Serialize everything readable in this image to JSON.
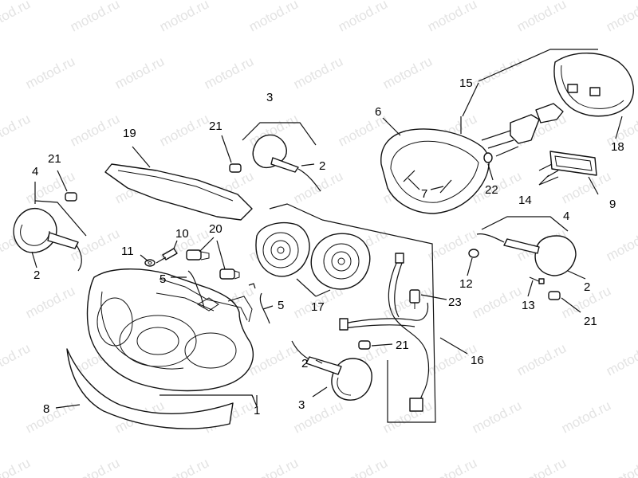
{
  "watermark": {
    "text": "motod.ru",
    "color": "#e3e3e3"
  },
  "callouts": {
    "c1": "1",
    "c2_left": "2",
    "c2_top": "2",
    "c2_bottom": "2",
    "c2_right": "2",
    "c3_top": "3",
    "c3_bottom": "3",
    "c4_left": "4",
    "c4_right": "4",
    "c5_left": "5",
    "c5_right": "5",
    "c6": "6",
    "c7": "7",
    "c8": "8",
    "c9": "9",
    "c10": "10",
    "c11": "11",
    "c12": "12",
    "c13": "13",
    "c14": "14",
    "c15": "15",
    "c16": "16",
    "c17": "17",
    "c18": "18",
    "c19": "19",
    "c20": "20",
    "c21_left": "21",
    "c21_top": "21",
    "c21_mid": "21",
    "c21_right": "21",
    "c22": "22",
    "c23": "23"
  }
}
